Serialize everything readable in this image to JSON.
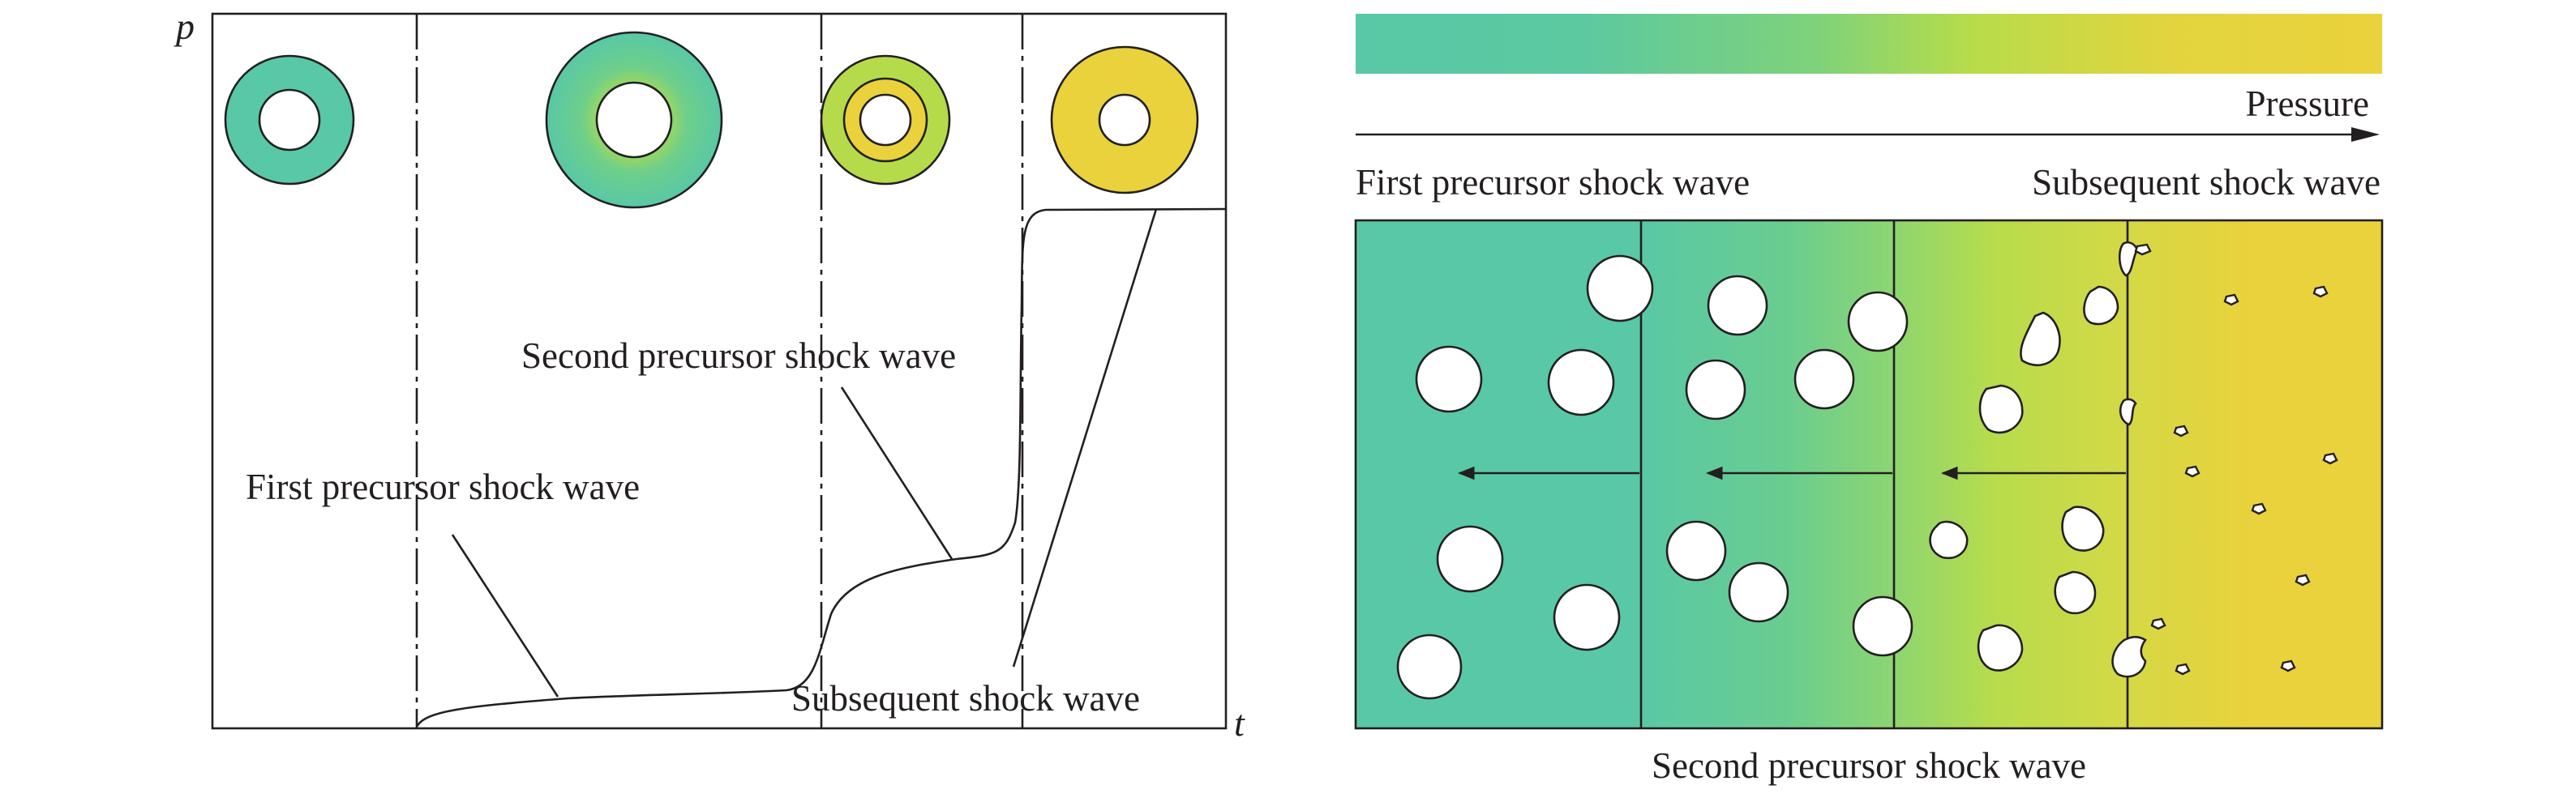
{
  "left_panel": {
    "y_axis_label": "p",
    "x_axis_label": "t",
    "labels": {
      "first": "First precursor shock wave",
      "second": "Second precursor shock wave",
      "subsequent": "Subsequent shock wave"
    }
  },
  "right_panel": {
    "pressure_label": "Pressure",
    "top_left_label": "First precursor shock wave",
    "top_right_label": "Subsequent shock wave",
    "bottom_label": "Second precursor shock wave"
  },
  "colors": {
    "low_pressure": "#58c8a6",
    "mid_pressure": "#b5db4a",
    "high_pressure": "#e9d23c",
    "ink": "#231f20"
  }
}
